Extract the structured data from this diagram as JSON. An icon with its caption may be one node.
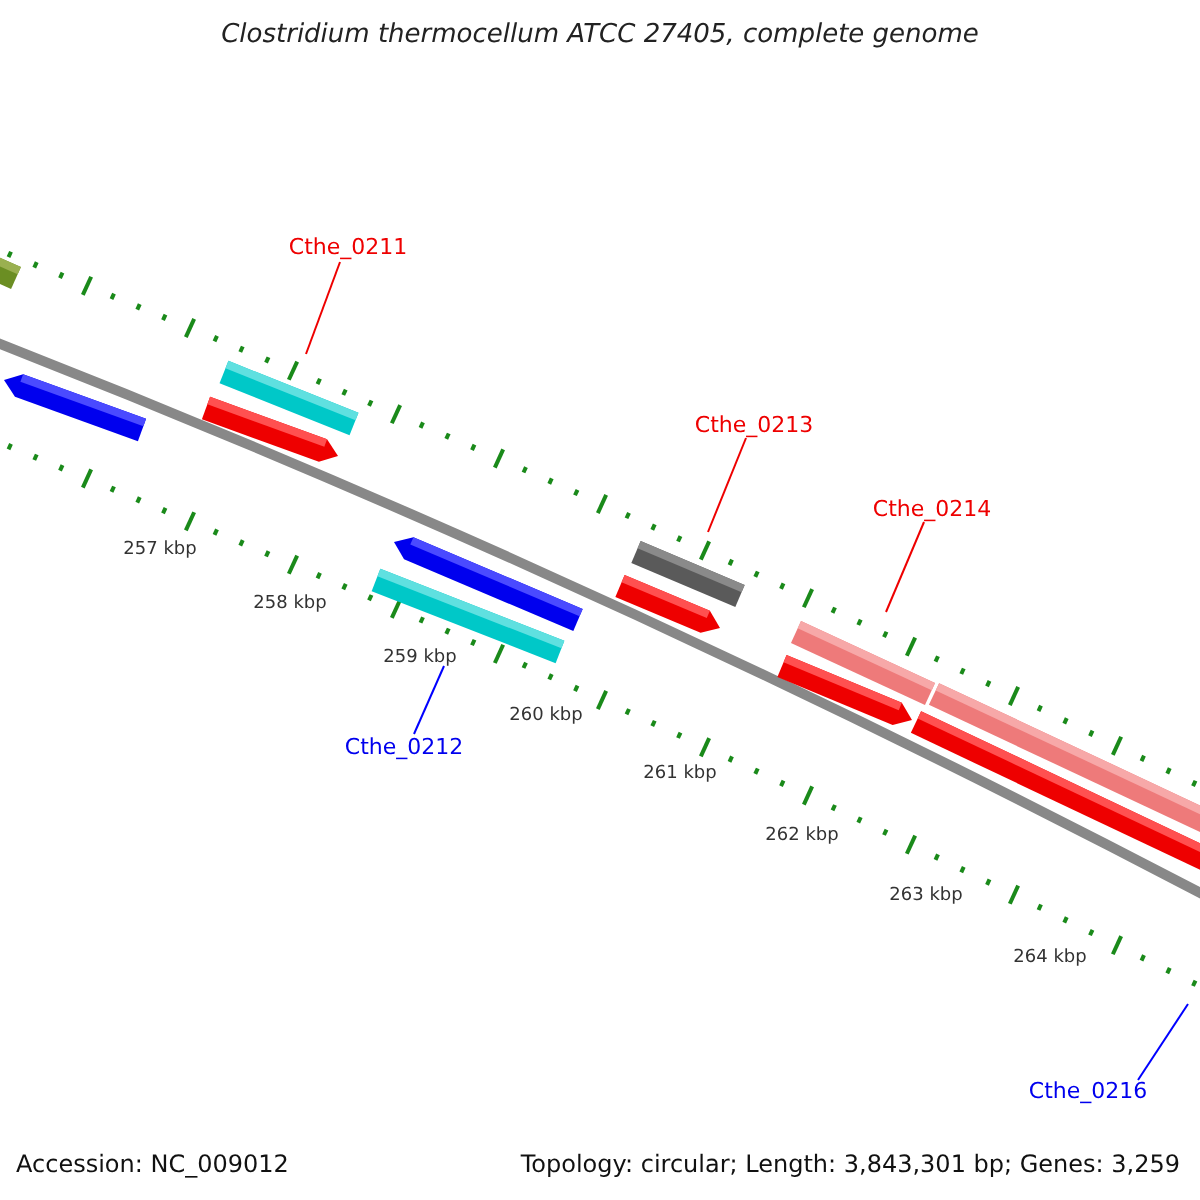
{
  "diagram": {
    "title": "Clostridium thermocellum ATCC 27405, complete genome",
    "nodes": [
      {
        "text": [
          "Cthe_0211"
        ]
      },
      {
        "text": [],
        "shape": "bar"
      },
      {
        "text": [
          "Cthe_0212"
        ]
      },
      {
        "text": [],
        "shape": "bar"
      },
      {
        "text": [
          "Cthe_0213"
        ]
      },
      {
        "text": [],
        "shape": "bar"
      },
      {
        "text": [
          "Cthe_0214"
        ]
      },
      {
        "text": [],
        "shape": "bar"
      },
      {
        "text": [
          "Cthe_0216"
        ]
      }
    ],
    "edges": [
      {
        "from": 0,
        "to": 1,
        "arrow": "none"
      },
      {
        "from": 2,
        "to": 3,
        "arrow": "none",
        "color": "#0000ff"
      },
      {
        "from": 4,
        "to": 5,
        "arrow": "none"
      },
      {
        "from": 6,
        "to": 7,
        "arrow": "none"
      },
      {
        "from": 8,
        "to": null,
        "arrow": "none",
        "color": "#0000ff"
      }
    ],
    "labels": [
      "257 kbp",
      "258 kbp",
      "259 kbp",
      "260 kbp",
      "261 kbp",
      "262 kbp",
      "263 kbp",
      "264 kbp",
      "Accession: NC_009012",
      "Topology: circular; Length: 3,843,301 bp; Genes: 3,259"
    ]
  }
}
